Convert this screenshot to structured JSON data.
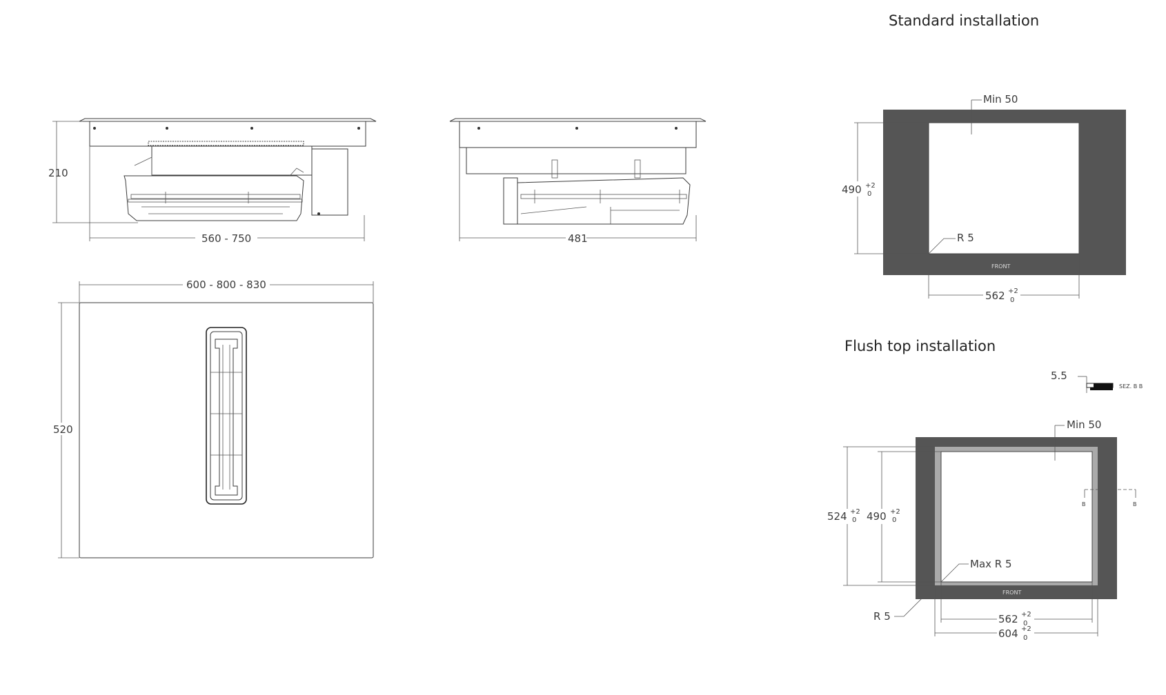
{
  "titles": {
    "standard": "Standard installation",
    "flush": "Flush top installation"
  },
  "side_view": {
    "height": "210",
    "width": "560  - 750"
  },
  "front_view": {
    "depth": "481"
  },
  "top_view": {
    "width": "600  - 800 - 830",
    "depth": "520"
  },
  "standard": {
    "min_margin": "Min 50",
    "height": "490",
    "height_tol_top": "+2",
    "height_tol_bottom": "0",
    "radius": "R  5",
    "front": "FRONT",
    "width": "562",
    "width_tol_top": "+2",
    "width_tol_bottom": "0"
  },
  "flush": {
    "step": "5.5",
    "section": "SEZ. B B",
    "min_margin": "Min 50",
    "outer_height": "524",
    "outer_height_tol_top": "+2",
    "outer_height_tol_bottom": "0",
    "inner_height": "490",
    "inner_height_tol_top": "+2",
    "inner_height_tol_bottom": "0",
    "max_radius": "Max R  5",
    "radius": "R  5",
    "front": "FRONT",
    "inner_width": "562",
    "inner_width_tol_top": "+2",
    "inner_width_tol_bottom": "0",
    "outer_width": "604",
    "outer_width_tol_top": "+2",
    "outer_width_tol_bottom": "0",
    "section_mark_left": "B",
    "section_mark_right": "B"
  }
}
